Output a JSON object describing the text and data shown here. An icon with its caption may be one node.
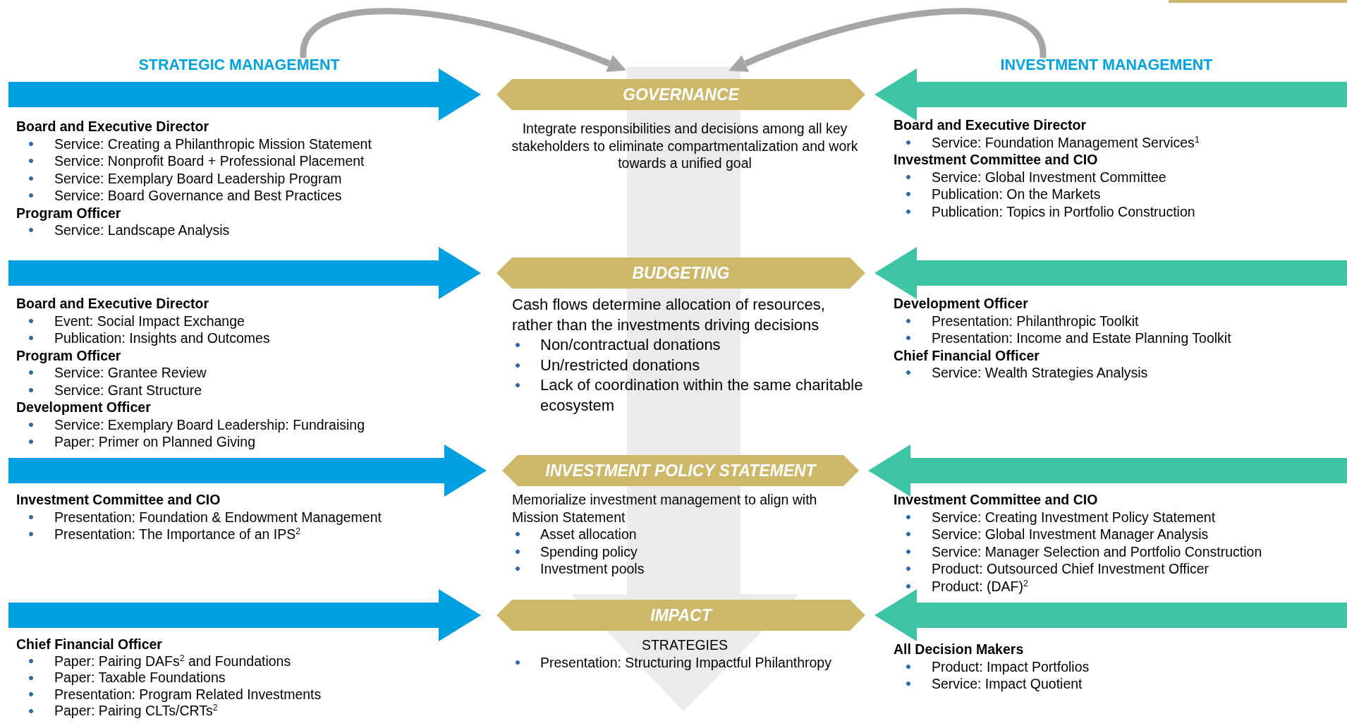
{
  "diagram": {
    "nodes": [
      {
        "text": [
          "STRATEGIC MANAGEMENT"
        ]
      },
      {
        "text": [
          "INVESTMENT MANAGEMENT"
        ]
      },
      {
        "text": [
          "GOVERNANCE"
        ]
      },
      {
        "text": [
          "BUDGETING"
        ]
      },
      {
        "text": [
          "INVESTMENT POLICY STATEMENT"
        ]
      },
      {
        "text": [
          "IMPACT"
        ]
      }
    ],
    "edges": [
      {
        "from": 0,
        "to": 2,
        "arrow": "to",
        "color": "#a6a6a6"
      },
      {
        "from": 1,
        "to": 2,
        "arrow": "to",
        "color": "#a6a6a6"
      },
      {
        "from": null,
        "to": 2,
        "arrow": "to",
        "color": "#00a0e2"
      },
      {
        "from": null,
        "to": 3,
        "arrow": "to",
        "color": "#00a0e2"
      },
      {
        "from": null,
        "to": 4,
        "arrow": "to",
        "color": "#00a0e2"
      },
      {
        "from": null,
        "to": 5,
        "arrow": "to",
        "color": "#00a0e2"
      },
      {
        "from": null,
        "to": 2,
        "arrow": "to",
        "color": "#3dc4a4"
      },
      {
        "from": null,
        "to": 3,
        "arrow": "to",
        "color": "#3dc4a4"
      },
      {
        "from": null,
        "to": 4,
        "arrow": "to",
        "color": "#3dc4a4"
      },
      {
        "from": null,
        "to": 5,
        "arrow": "to",
        "color": "#3dc4a4"
      }
    ],
    "labels": [
      "Board and Executive Director",
      "Service: Creating a Philanthropic Mission Statement",
      "Service: Nonprofit Board + Professional Placement",
      "Service: Exemplary Board Leadership Program",
      "Service: Board Governance and Best Practices",
      "Program Officer",
      "Service: Landscape Analysis",
      "Integrate responsibilities and decisions among all key stakeholders to eliminate compartmentalization and work towards a unified goal",
      "Board and Executive Director",
      "Service: Foundation Management Services$^{1}$",
      "Investment Committee and CIO",
      "Service: Global Investment Committee",
      "Publication: On the Markets",
      "Publication: Topics in Portfolio Construction",
      "Board and Executive Director",
      "Event: Social Impact Exchange",
      "Publication: Insights and Outcomes",
      "Program Officer",
      "Service: Grantee Review",
      "Service: Grant Structure",
      "Development Officer",
      "Service: Exemplary Board Leadership: Fundraising",
      "Paper: Primer on Planned Giving",
      "Cash flows determine allocation of resources, rather than the investments driving decisions",
      "Non/contractual donations",
      "Un/restricted donations",
      "Lack of coordination within the same charitable ecosystem",
      "Development Officer",
      "Presentation: Philanthropic Toolkit",
      "Presentation: Income and Estate Planning Toolkit",
      "Chief Financial Officer",
      "Service: Wealth Strategies Analysis",
      "Investment Committee and CIO",
      "Presentation: Foundation & Endowment Management",
      "Presentation: The Importance of an IPS$^{2}$",
      "Memorialize investment management to align with Mission Statement",
      "Asset allocation",
      "Spending policy",
      "Investment pools",
      "Investment Committee and CIO",
      "Service: Creating Investment Policy Statement",
      "Service: Global Investment Manager Analysis",
      "Service: Manager Selection and Portfolio Construction",
      "Product: Outsourced Chief Investment Officer",
      "Product: (DAF)$^{2}$",
      "Chief Financial Officer",
      "Paper: Pairing DAFs$^{2}$ and Foundations",
      "Paper: Taxable Foundations",
      "Presentation: Program Related Investments",
      "Paper: Pairing CLTs/CRTs$^{2}$",
      "STRATEGIES",
      "Presentation: Structuring Impactful Philanthropy",
      "All Decision Makers",
      "Product: Impact Portfolios",
      "Service: Impact Quotient"
    ]
  }
}
